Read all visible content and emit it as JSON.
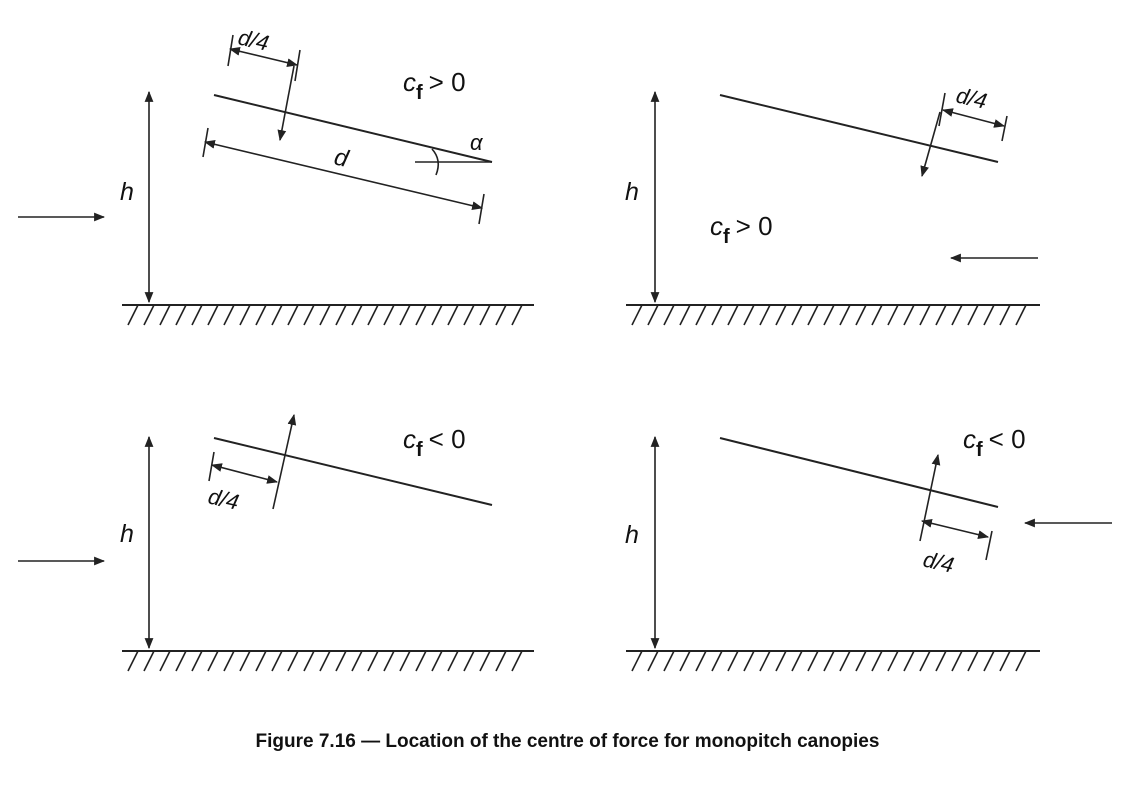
{
  "caption": "Figure 7.16 — Location of the centre of force for monopitch canopies",
  "labels": {
    "height": "h",
    "depth": "d",
    "quarter_depth": "d/4",
    "angle": "α",
    "coef_symbol": "c",
    "coef_subscript": "f",
    "positive": "> 0",
    "negative": "< 0"
  },
  "panels": [
    {
      "id": "top-left",
      "wind": "from-left",
      "sign": "positive"
    },
    {
      "id": "top-right",
      "wind": "from-right",
      "sign": "positive"
    },
    {
      "id": "bottom-left",
      "wind": "from-left",
      "sign": "negative"
    },
    {
      "id": "bottom-right",
      "wind": "from-right",
      "sign": "negative"
    }
  ]
}
